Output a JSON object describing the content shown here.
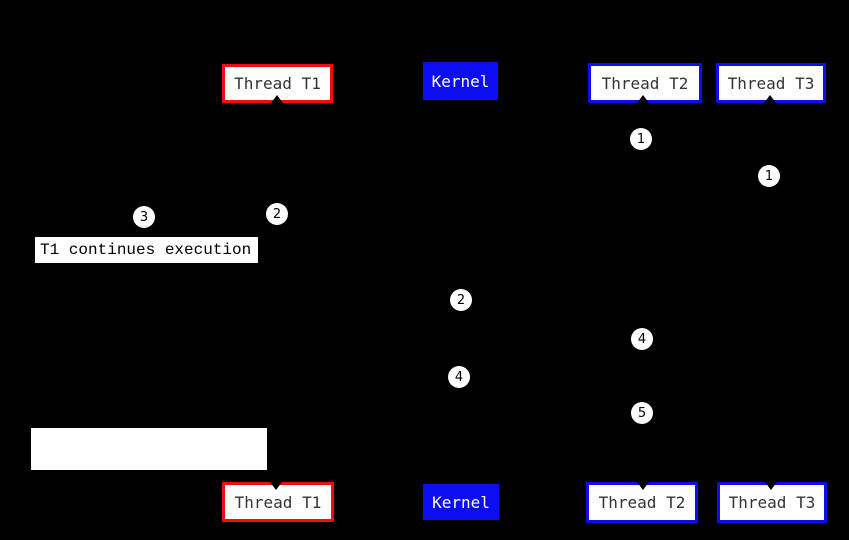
{
  "diagram": {
    "title": "thread-kernel-scheduling-sequence",
    "background": "#000000",
    "colors": {
      "red_accent": "#f20d0d",
      "blue_accent": "#0d0df2",
      "box_fill": "#ffffff",
      "box_text": "#333333",
      "kernel_text": "#ffffff",
      "step_fill": "#ffffff",
      "step_text": "#000000"
    },
    "columns": [
      {
        "label": "Thread T1",
        "style": "red-border"
      },
      {
        "label": "Kernel",
        "style": "blue-fill"
      },
      {
        "label": "Thread T2",
        "style": "blue-border"
      },
      {
        "label": "Thread T3",
        "style": "blue-border"
      }
    ],
    "steps": [
      {
        "n": "1",
        "near": "thread-t2-lifeline"
      },
      {
        "n": "1",
        "near": "thread-t3-lifeline"
      },
      {
        "n": "2",
        "near": "thread-t1-lifeline"
      },
      {
        "n": "3",
        "near": "left-of-note"
      },
      {
        "n": "2",
        "near": "kernel-lifeline"
      },
      {
        "n": "4",
        "near": "thread-t2-lifeline"
      },
      {
        "n": "4",
        "near": "kernel-lifeline"
      },
      {
        "n": "5",
        "near": "thread-t2-lifeline"
      }
    ],
    "note": {
      "text": "T1 continues execution"
    },
    "blank_box": {
      "text": ""
    }
  }
}
